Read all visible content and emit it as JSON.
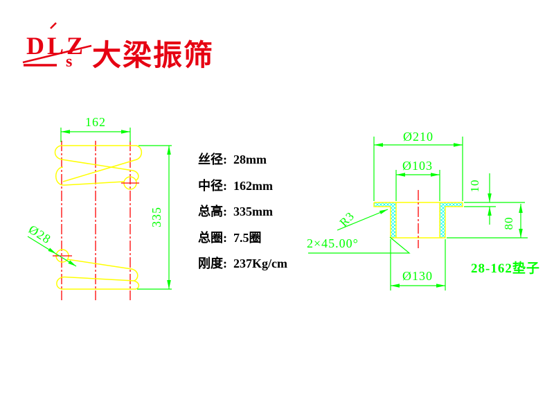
{
  "header": {
    "logo": {
      "text": "DLZ",
      "sub": "s"
    },
    "brand": "大梁振筛"
  },
  "specs": {
    "items": [
      {
        "label": "丝径:",
        "value": "28mm"
      },
      {
        "label": "中径:",
        "value": "162mm"
      },
      {
        "label": "总高:",
        "value": "335mm"
      },
      {
        "label": "总圈:",
        "value": "7.5圈"
      },
      {
        "label": "刚度:",
        "value": "237Kg/cm"
      }
    ]
  },
  "spring_drawing": {
    "dim_mean_diameter": "162",
    "dim_total_height": "335",
    "dim_wire_diameter": "Ø28"
  },
  "pad_drawing": {
    "dim_flange_diameter": "Ø210",
    "dim_bore_diameter": "Ø103",
    "dim_flange_thickness": "10",
    "dim_body_height": "80",
    "dim_body_diameter": "Ø130",
    "dim_fillet": "R3",
    "dim_chamfer": "2×45.00°",
    "part_label": "28-162垫子"
  },
  "colors": {
    "brand_red": "#e60012",
    "cad_green": "#00ff00",
    "cad_yellow": "#ffff00",
    "cad_red": "#ff0000",
    "cad_cyan": "#00ffff",
    "text_black": "#000000",
    "background": "#ffffff"
  }
}
